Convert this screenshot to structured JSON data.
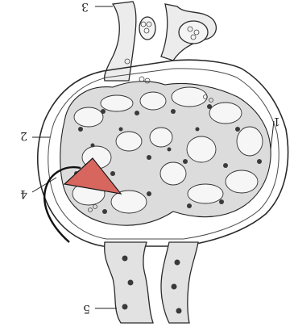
{
  "figure": {
    "labels": {
      "label_1": "1",
      "label_2": "2",
      "label_3": "3",
      "label_4": "4",
      "label_5": "5"
    },
    "colors": {
      "paper": "#ffffff",
      "ink": "#1e1e1e",
      "tissue": "#dcdcdc",
      "arrow_fill": "#d7665f",
      "arrow_stroke": "#1a1a1a"
    },
    "annotation": {
      "arrow": "red-triangle-arrow",
      "curve": "black-curved-line"
    }
  }
}
